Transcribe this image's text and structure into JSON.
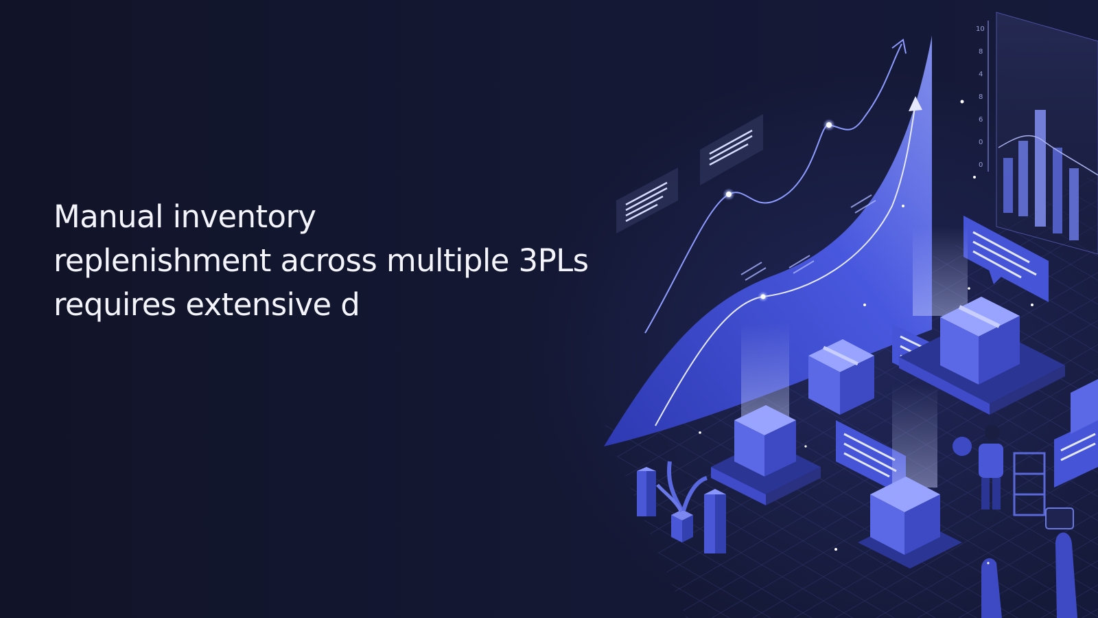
{
  "headline": {
    "lines": [
      "Manual inventory",
      "replenishment across multiple 3PLs",
      "requires extensive d"
    ]
  },
  "chart_axis": {
    "ticks": [
      "10",
      "8",
      "4",
      "8",
      "6",
      "0",
      "0"
    ]
  },
  "colors": {
    "background": "#12152a",
    "accent": "#4a5ae0",
    "accent_light": "#8e9cff",
    "text": "#f4f5fb"
  }
}
